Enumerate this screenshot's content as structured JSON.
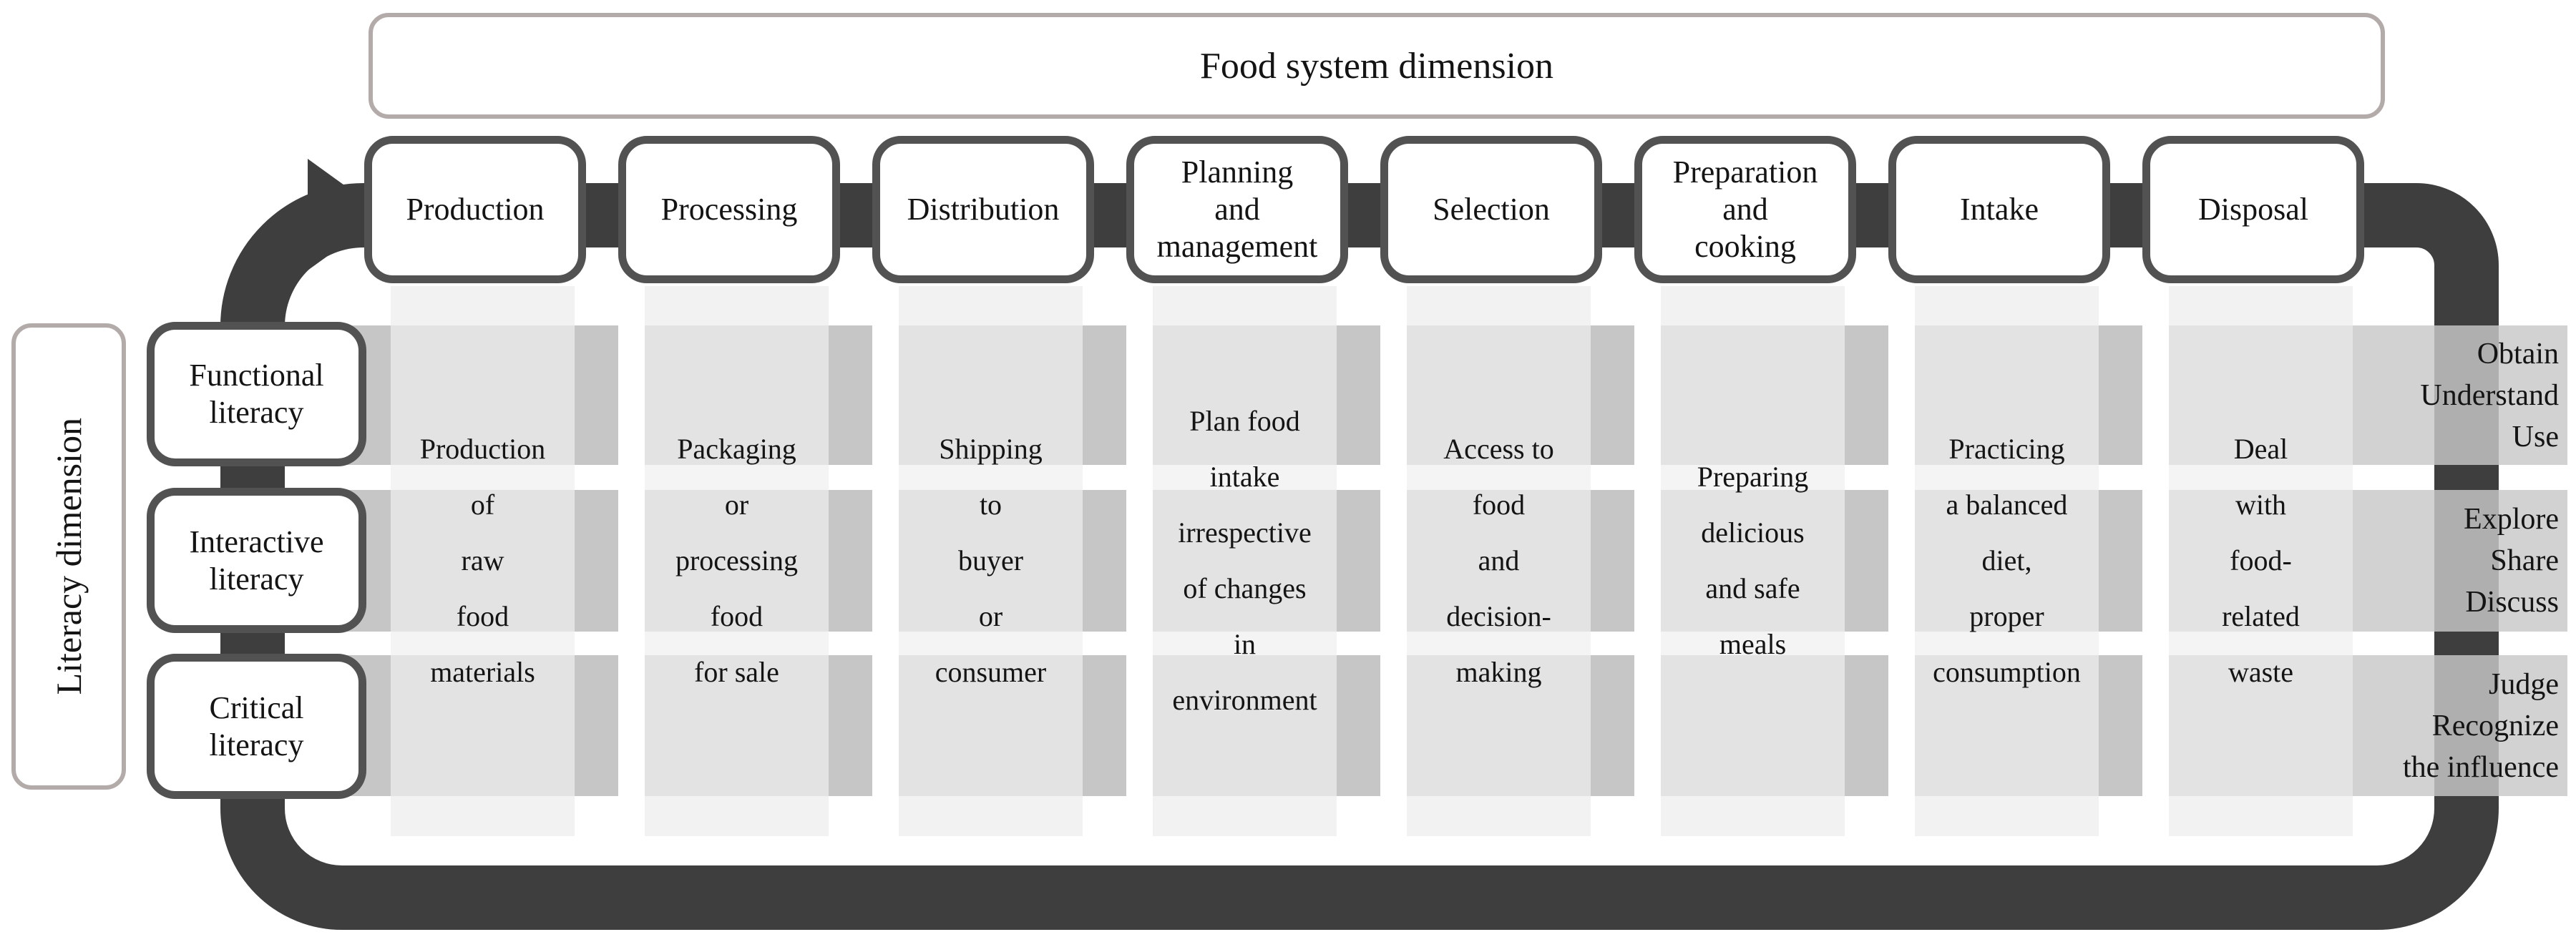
{
  "title": "Food system dimension",
  "literacy_axis": {
    "label": "Literacy dimension",
    "levels": [
      {
        "id": "functional",
        "label": "Functional\nliteracy"
      },
      {
        "id": "interactive",
        "label": "Interactive\nliteracy"
      },
      {
        "id": "critical",
        "label": "Critical\nliteracy"
      }
    ]
  },
  "food_system_steps": [
    {
      "id": "production",
      "header": "Production",
      "cell_lines": [
        "Production",
        "of",
        "raw",
        "food",
        "materials"
      ]
    },
    {
      "id": "processing",
      "header": "Processing",
      "cell_lines": [
        "Packaging",
        "or",
        "processing",
        "food",
        "for sale"
      ]
    },
    {
      "id": "distribution",
      "header": "Distribution",
      "cell_lines": [
        "Shipping",
        "to",
        "buyer",
        "or",
        "consumer"
      ]
    },
    {
      "id": "planning-and-management",
      "header": "Planning\nand\nmanagement",
      "cell_lines": [
        "Plan food",
        "intake",
        "irrespective",
        "of changes",
        "in",
        "environment"
      ]
    },
    {
      "id": "selection",
      "header": "Selection",
      "cell_lines": [
        "Access to",
        "food",
        "and",
        "decision-",
        "making"
      ]
    },
    {
      "id": "preparation-and-cooking",
      "header": "Preparation\nand\ncooking",
      "cell_lines": [
        "Preparing",
        "delicious",
        "and safe",
        "meals"
      ]
    },
    {
      "id": "intake",
      "header": "Intake",
      "cell_lines": [
        "Practicing",
        "a balanced",
        "diet,",
        "proper",
        "consumption"
      ]
    },
    {
      "id": "disposal",
      "header": "Disposal",
      "cell_lines": [
        "Deal",
        "with",
        "food-",
        "related",
        "waste"
      ]
    }
  ],
  "literacy_actions": [
    {
      "id": "functional-actions",
      "lines": [
        "Obtain",
        "Understand",
        "Use"
      ]
    },
    {
      "id": "interactive-actions",
      "lines": [
        "Explore",
        "Share",
        "Discuss"
      ]
    },
    {
      "id": "critical-actions",
      "lines": [
        "Judge",
        "Recognize",
        "the influence"
      ]
    }
  ],
  "colors": {
    "frame": "#3e3e3e",
    "node_border": "#525252",
    "outline_border": "#b3abaa",
    "cell_fill": "#e3e3e3",
    "separator_fill": "#c6c6c6",
    "strip_fill": "#f2f2f2",
    "row_gap_fill": "#f4f4f4",
    "action_block_fill": "#cccccc",
    "text": "#141414"
  }
}
